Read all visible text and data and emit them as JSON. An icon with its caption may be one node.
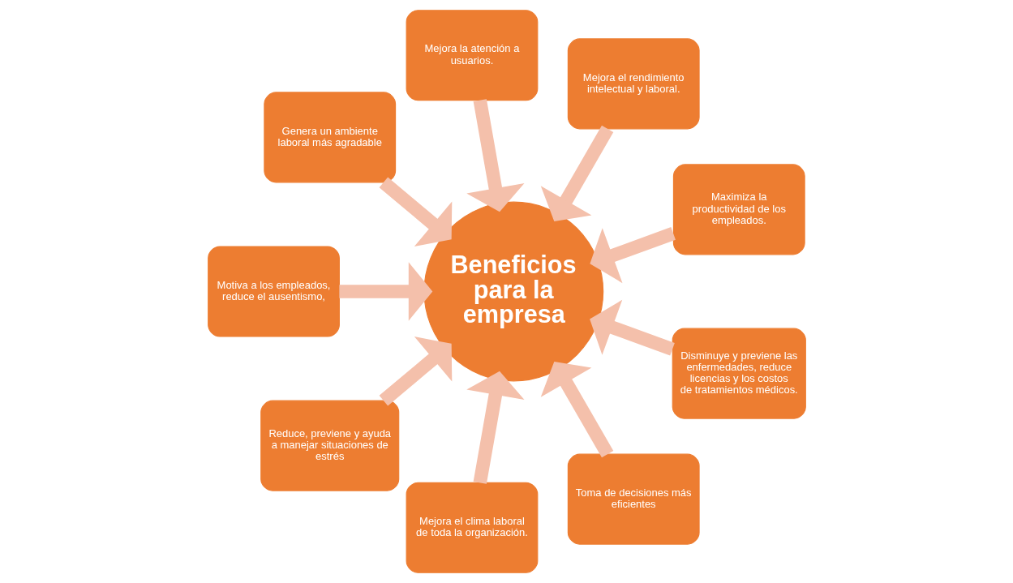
{
  "diagram": {
    "nodes": [
      {
        "text": [
          "Maximiza la productividad de los empleados."
        ]
      },
      {
        "text": [
          "Mejora el rendimiento intelectual y laboral."
        ]
      },
      {
        "text": [
          "Mejora la atención a usuarios."
        ]
      },
      {
        "text": [
          "Genera un ambiente laboral más agradable"
        ]
      },
      {
        "text": [
          "Motiva a los empleados, reduce el ausentismo,"
        ]
      },
      {
        "text": [
          "Reduce, previene y ayuda a manejar situaciones de estrés"
        ]
      },
      {
        "text": [
          "Mejora el clima laboral de toda la organización."
        ]
      },
      {
        "text": [
          "Toma de decisiones más eficientes"
        ]
      },
      {
        "text": [
          "Disminuye y previene las enfermedades, reduce licencias y los costos de tratamientos médicos."
        ]
      },
      {
        "text": [
          "Beneficios para la empresa"
        ]
      }
    ],
    "edges": [
      {
        "from": 0,
        "to": 9,
        "arrow": "to"
      },
      {
        "from": 1,
        "to": 9,
        "arrow": "to"
      },
      {
        "from": 2,
        "to": 9,
        "arrow": "to"
      },
      {
        "from": 3,
        "to": 9,
        "arrow": "to"
      },
      {
        "from": 4,
        "to": 9,
        "arrow": "to"
      },
      {
        "from": 5,
        "to": 9,
        "arrow": "to"
      },
      {
        "from": 6,
        "to": 9,
        "arrow": "to"
      },
      {
        "from": 7,
        "to": 9,
        "arrow": "to"
      },
      {
        "from": 8,
        "to": 9,
        "arrow": "to"
      }
    ]
  }
}
